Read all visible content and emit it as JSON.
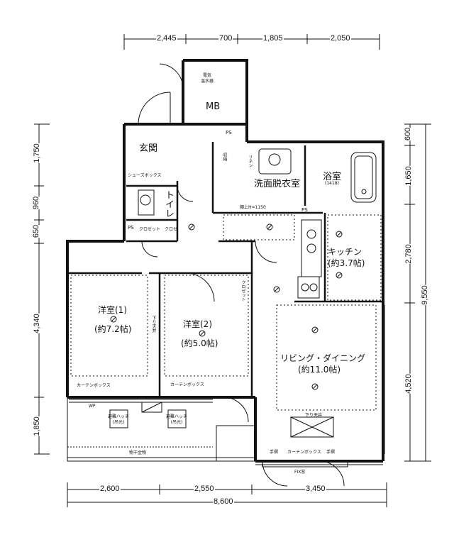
{
  "dimensions": {
    "top": [
      "2,445",
      "700",
      "1,805",
      "2,050"
    ],
    "bottom": [
      "2,600",
      "2,550",
      "3,450"
    ],
    "bottom_total": "8,600",
    "left": [
      "1,750",
      "960",
      "650",
      "4,340",
      "1,850"
    ],
    "right": [
      "600",
      "1,650",
      "2,780",
      "4,520"
    ],
    "right_total": "9,550"
  },
  "rooms": {
    "mb": "MB",
    "water_heater": "電気\n温水器",
    "entrance": "玄関",
    "shoe_box": "シューズボックス",
    "toilet": "トイレ",
    "washroom": "洗面脱衣室",
    "bath": "浴室",
    "bath_size": "(1418)",
    "kitchen": "キッチン",
    "kitchen_size": "(約3.7帖)",
    "bedroom1": "洋室(1)",
    "bedroom1_size": "(約7.2帖)",
    "bedroom2": "洋室(2)",
    "bedroom2_size": "(約5.0帖)",
    "living": "リビング・ダイニング",
    "living_size": "(約11.0帖)"
  },
  "small_labels": {
    "ps": "PS",
    "closet": "クロゼット",
    "closet_short": "クロゼ",
    "storage": "収納",
    "linen": "リネン",
    "curtain_box": "カーテンボックス",
    "handrail": "手摺",
    "ceiling_drop": "下り天井",
    "shelf": "棚上H=1150",
    "hatch_label": "避難ハッチ\n(吊元)",
    "fix_window": "FIX窓",
    "handrail_base": "物干金物",
    "bay_note": "手摺",
    "wp": "WP"
  }
}
